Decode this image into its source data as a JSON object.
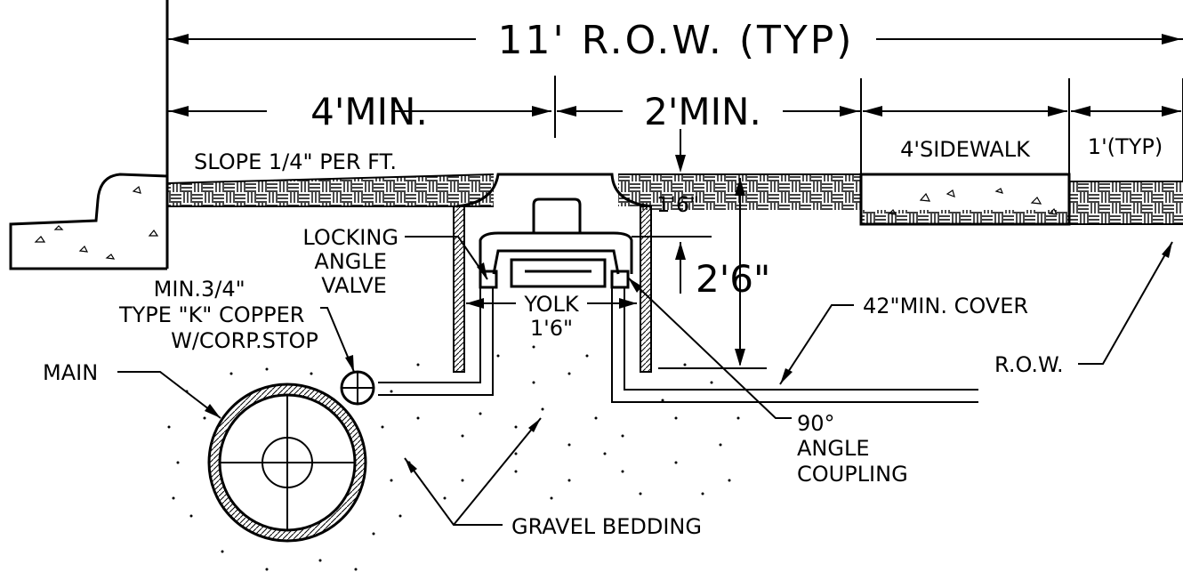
{
  "dimensions": {
    "row_typ": "11' R.O.W. (TYP)",
    "min_4": "4'MIN.",
    "min_2": "2'MIN.",
    "sidewalk": "4'SIDEWALK",
    "typ_1": "1'(TYP)",
    "depth_1_6": "1'6\"",
    "depth_2_6": "2'6\"",
    "yolk_label": "YOLK",
    "yolk_dim": "1'6\""
  },
  "labels": {
    "slope": "SLOPE 1/4\" PER FT.",
    "locking_angle_valve": [
      "LOCKING",
      "ANGLE",
      "VALVE"
    ],
    "copper": [
      "MIN.3/4\"",
      "TYPE \"K\" COPPER",
      "W/CORP.STOP"
    ],
    "main": "MAIN",
    "cover": "42\"MIN. COVER",
    "row": "R.O.W.",
    "coupling": [
      "90°",
      "ANGLE",
      "COUPLING"
    ],
    "gravel": "GRAVEL BEDDING"
  }
}
